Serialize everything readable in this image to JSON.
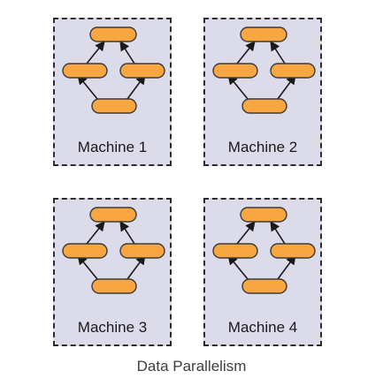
{
  "colors": {
    "machine_fill": "#dcdbe9",
    "node_fill": "#f7a642",
    "border": "#2c2c2c"
  },
  "machines": [
    {
      "label": "Machine 1"
    },
    {
      "label": "Machine 2"
    },
    {
      "label": "Machine 3"
    },
    {
      "label": "Machine 4"
    }
  ],
  "caption": "Data Parallelism"
}
